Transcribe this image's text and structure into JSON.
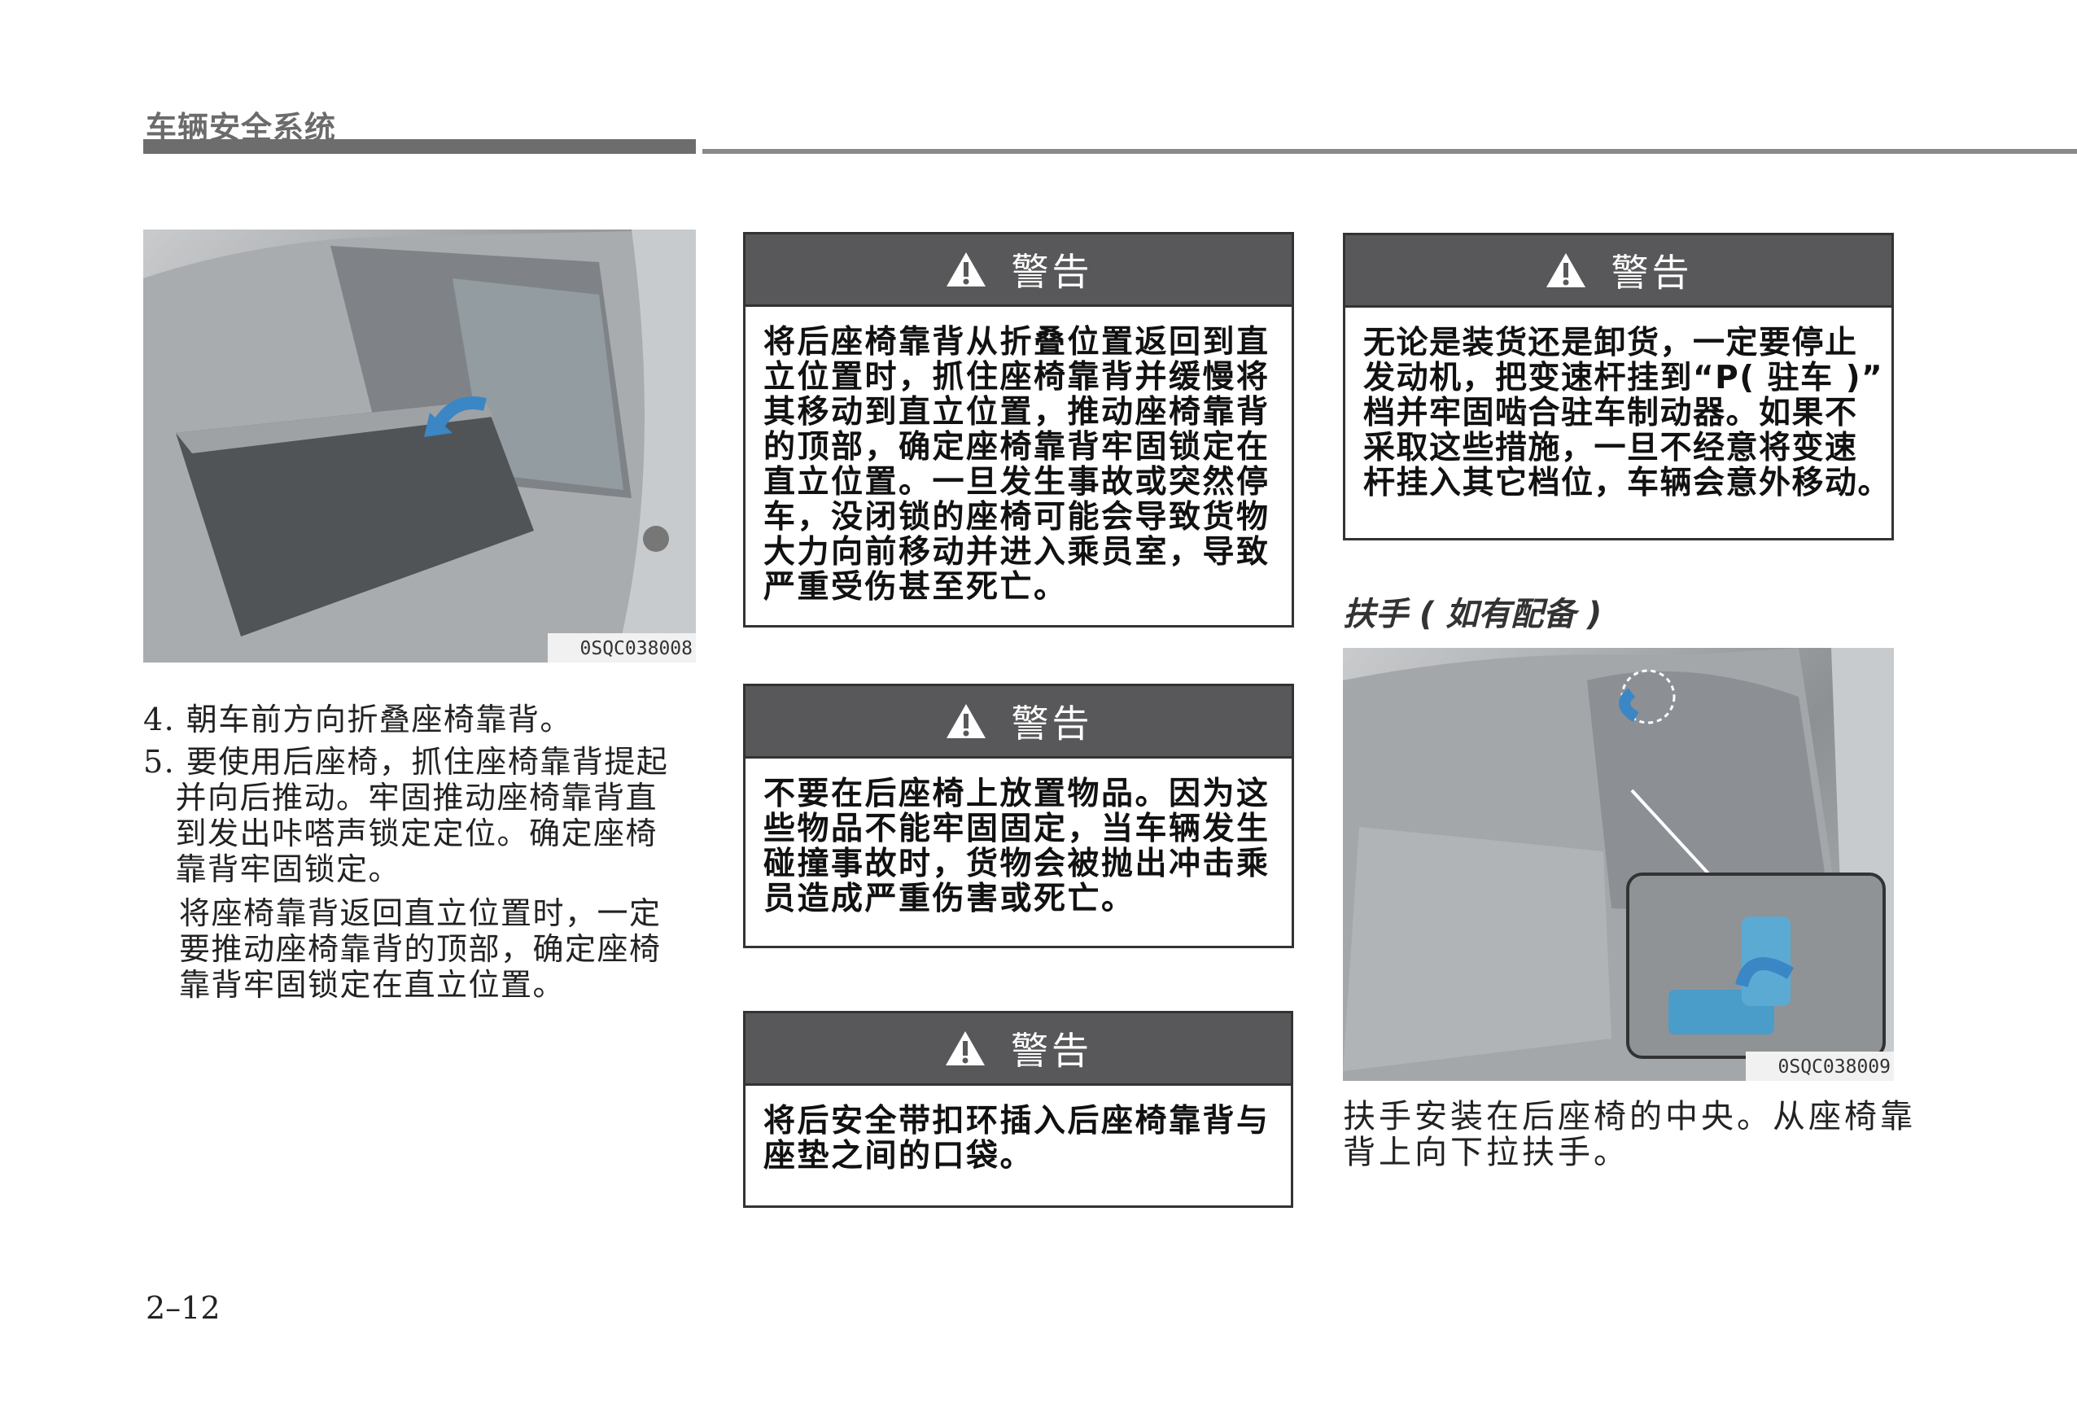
{
  "header": {
    "section_title": "车辆安全系统"
  },
  "left": {
    "figure_code": "0SQC038008",
    "steps": [
      {
        "lines": [
          "4. 朝车前方向折叠座椅靠背。"
        ]
      },
      {
        "lines": [
          "5. 要使用后座椅，抓住座椅靠背提起",
          "　并向后推动。牢固推动座椅靠背直",
          "　到发出咔嗒声锁定定位。确定座椅",
          "　靠背牢固锁定。"
        ]
      }
    ],
    "note_lines": [
      "将座椅靠背返回直立位置时，一定",
      "要推动座椅靠背的顶部，确定座椅",
      "靠背牢固锁定在直立位置。"
    ]
  },
  "warnings": [
    {
      "title": "警告",
      "lines": [
        "将后座椅靠背从折叠位置返回到直",
        "立位置时，抓住座椅靠背并缓慢将",
        "其移动到直立位置，推动座椅靠背",
        "的顶部，确定座椅靠背牢固锁定在",
        "直立位置。一旦发生事故或突然停",
        "车，没闭锁的座椅可能会导致货物",
        "大力向前移动并进入乘员室，导致",
        "严重受伤甚至死亡。"
      ]
    },
    {
      "title": "警告",
      "lines": [
        "不要在后座椅上放置物品。因为这",
        "些物品不能牢固固定，当车辆发生",
        "碰撞事故时，货物会被抛出冲击乘",
        "员造成严重伤害或死亡。"
      ]
    },
    {
      "title": "警告",
      "lines": [
        "将后安全带扣环插入后座椅靠背与",
        "座垫之间的口袋。"
      ]
    },
    {
      "title": "警告",
      "lines": [
        "无论是装货还是卸货，一定要停止",
        "发动机，把变速杆挂到“P( 驻车 )”",
        "档并牢固啮合驻车制动器。如果不",
        "采取这些措施，一旦不经意将变速",
        "杆挂入其它档位，车辆会意外移动。"
      ]
    }
  ],
  "armrest": {
    "heading": "扶手 ( 如有配备 )",
    "figure_code": "0SQC038009",
    "lines": [
      "扶手安装在后座椅的中央。从座椅靠",
      "背上向下拉扶手。"
    ]
  },
  "footer": {
    "page_number": "2–12"
  },
  "colors": {
    "warning_header": "#58585a",
    "arrow_blue": "#3b86c4",
    "rule": "#6d6d6d"
  }
}
